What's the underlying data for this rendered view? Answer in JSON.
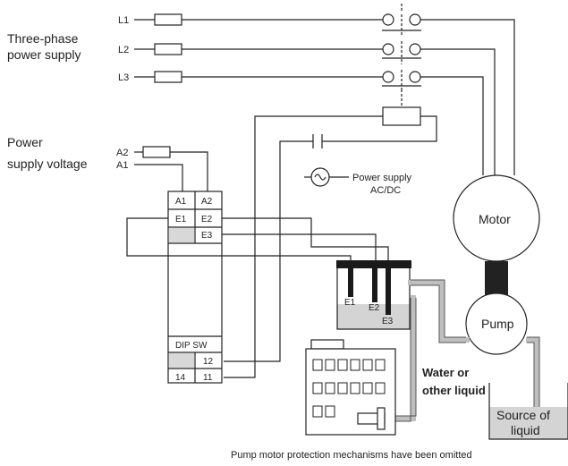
{
  "labels": {
    "three_phase_1": "Three-phase",
    "three_phase_2": "power supply",
    "power_1": "Power",
    "power_2": "supply voltage",
    "l1": "L1",
    "l2": "L2",
    "l3": "L3",
    "a2_ext": "A2",
    "a1_ext": "A1",
    "ps_1": "Power supply",
    "ps_2": "AC/DC",
    "motor": "Motor",
    "pump": "Pump",
    "water_1": "Water or",
    "water_2": "other liquid",
    "source_1": "Source of",
    "source_2": "liquid",
    "footnote": "Pump motor protection mechanisms have been omitted"
  },
  "terminals": {
    "a1": "A1",
    "a2": "A2",
    "e1": "E1",
    "e2": "E2",
    "e3": "E3",
    "dip": "DIP SW",
    "t12": "12",
    "t14": "14",
    "t11": "11"
  },
  "electrodes": {
    "e1": "E1",
    "e2": "E2",
    "e3": "E3"
  },
  "colors": {
    "line": "#222222",
    "liquid": "#d4d4d4",
    "electrode": "#1a1a1a",
    "pipe": "#cfcfcf"
  }
}
